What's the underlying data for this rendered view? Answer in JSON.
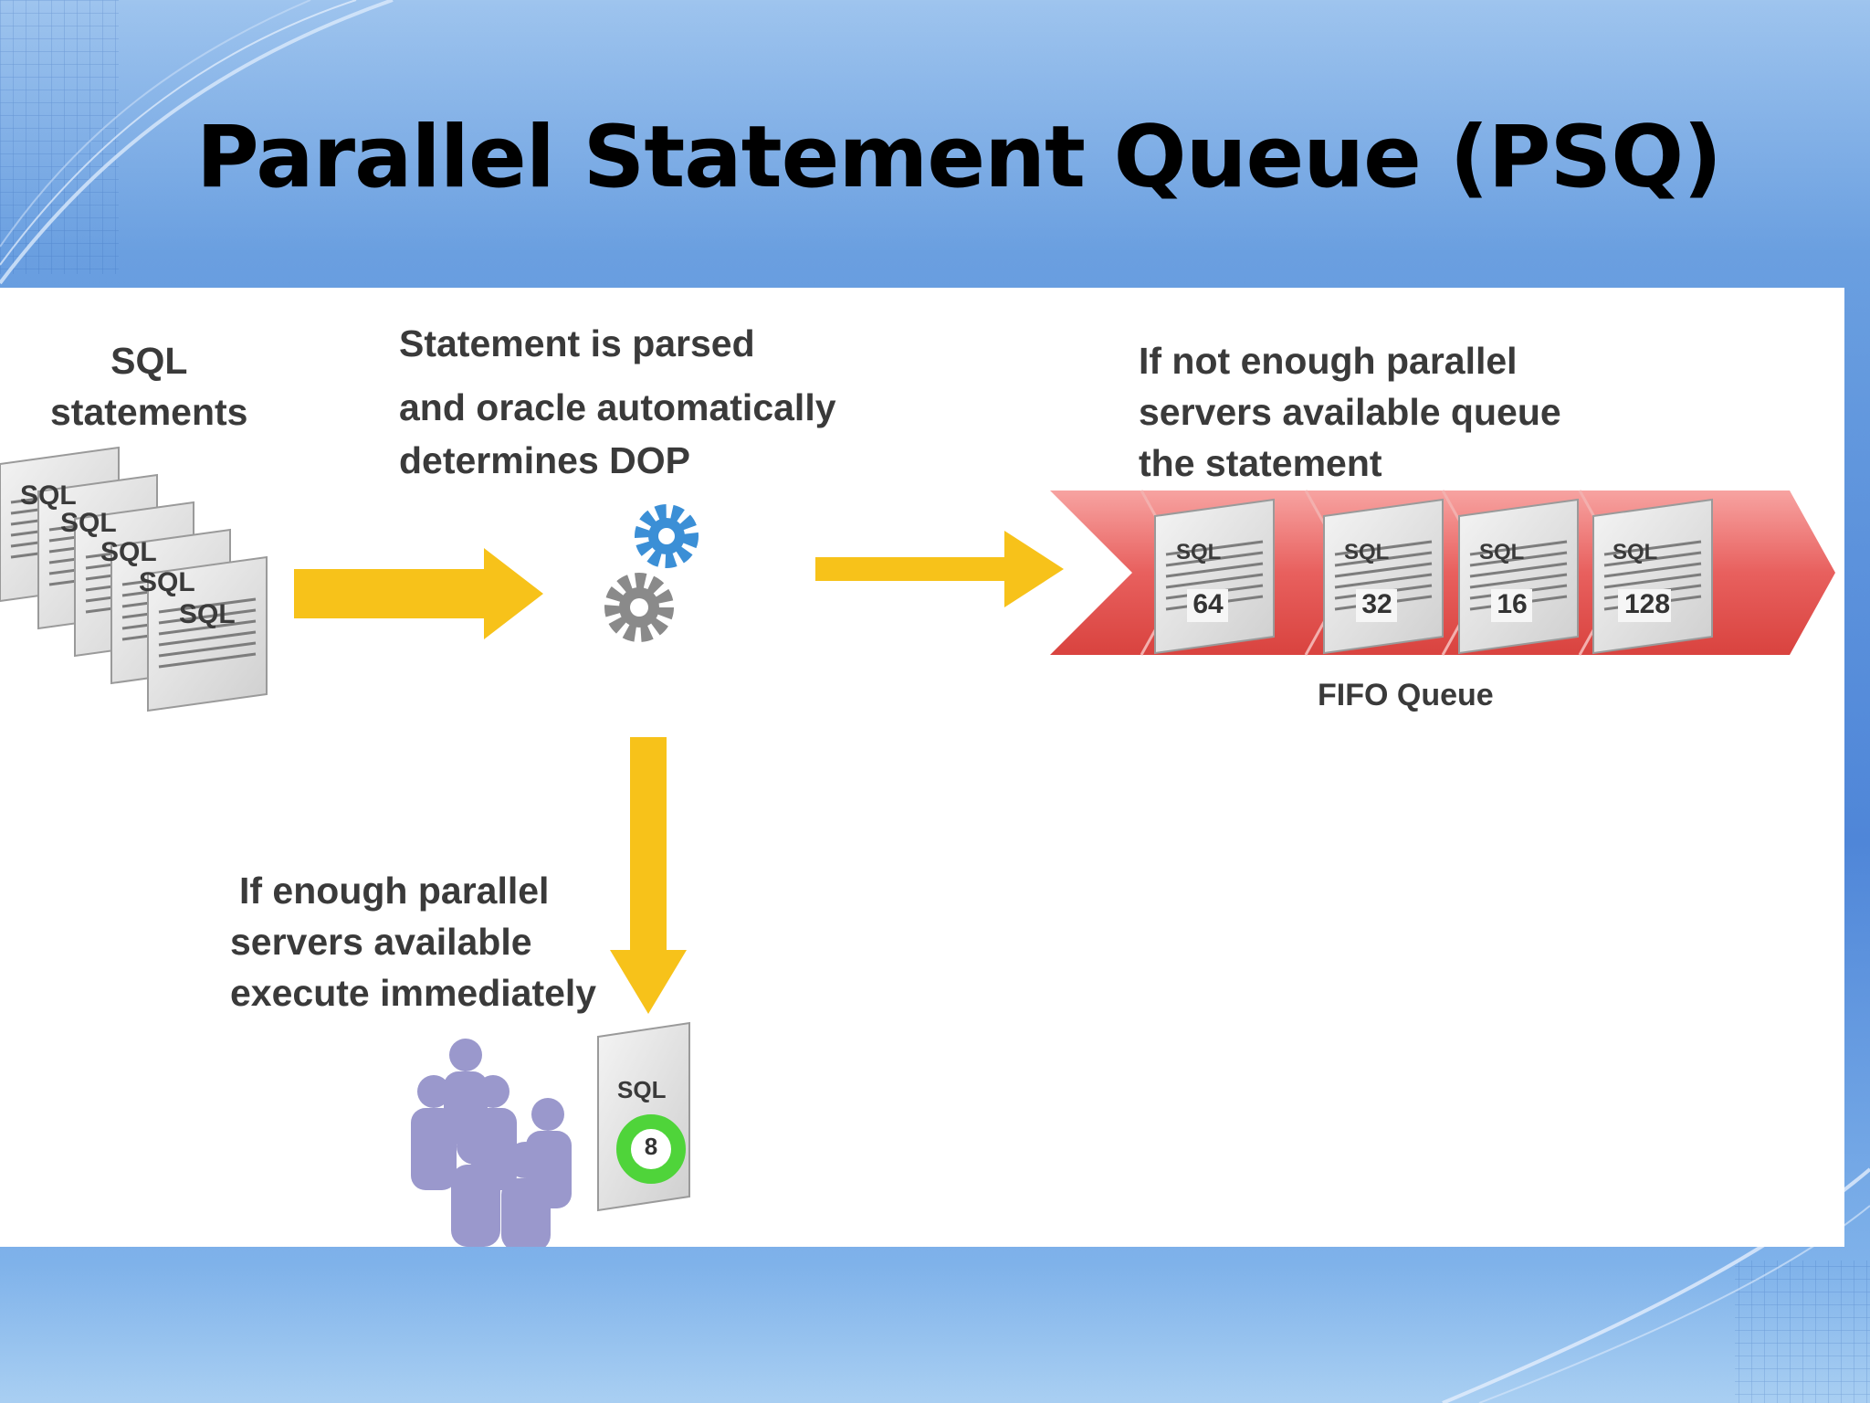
{
  "slide": {
    "title": "Parallel Statement Queue (PSQ)"
  },
  "diagram": {
    "sql_statements_label": [
      "SQL",
      "statements"
    ],
    "doc_label": "SQL",
    "parse_label": [
      "Statement is parsed",
      "and oracle automatically",
      "determines DOP"
    ],
    "queue_label": [
      "If not enough parallel",
      "servers available queue",
      "the statement"
    ],
    "immediate_label": [
      "If enough parallel",
      "servers available",
      "execute immediately"
    ],
    "fifo_label": "FIFO Queue",
    "queue_dops": [
      "64",
      "32",
      "16",
      "128"
    ],
    "execute_dop": "8"
  },
  "colors": {
    "arrow": "#f7c21a",
    "queue_band": "#e8605e",
    "gear_top": "#3b8fd6",
    "gear_bottom": "#8a8a8a",
    "people": "#9a98cc",
    "execute_ring": "#4fd43a"
  }
}
